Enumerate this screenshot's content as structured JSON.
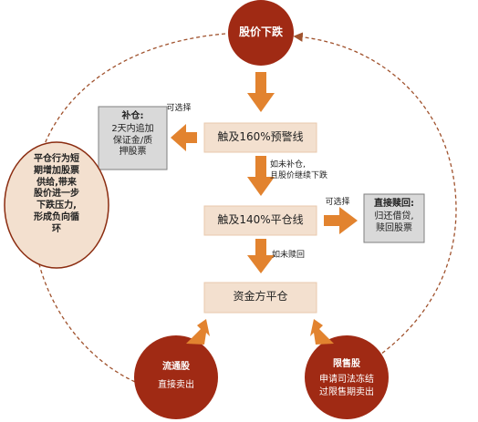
{
  "nodes": {
    "top_circle": "股价下跌",
    "box_warning": "触及160%预警线",
    "box_liquidation_line": "触及140%平仓线",
    "box_funder_liquidates": "资金方平仓",
    "left_box_title": "补仓:",
    "left_box_body": "2天内追加\n保证金/质\n押股票",
    "right_box_title": "直接赎回:",
    "right_box_body": "归还借贷,\n赎回股票",
    "left_oval": "平仓行为短\n期增加股票\n供给,带来\n股价进一步\n下跌压力,\n形成负向循\n环",
    "bottom_left_title": "流通股",
    "bottom_left_body": "直接卖出",
    "bottom_right_title": "限售股",
    "bottom_right_body": "申请司法冻结\n过限售期卖出"
  },
  "edge_labels": {
    "optional_left": "可选择",
    "optional_right": "可选择",
    "if_not_topped_up": "如未补仓,\n且股价继续下跌",
    "if_not_redeemed": "如未赎回"
  },
  "colors": {
    "circle_fill": "#a02a14",
    "box_fill": "#f3e0cf",
    "arrow": "#e2832f",
    "gray_box": "#d9d9d9",
    "dashed_loop": "#a0522d"
  }
}
